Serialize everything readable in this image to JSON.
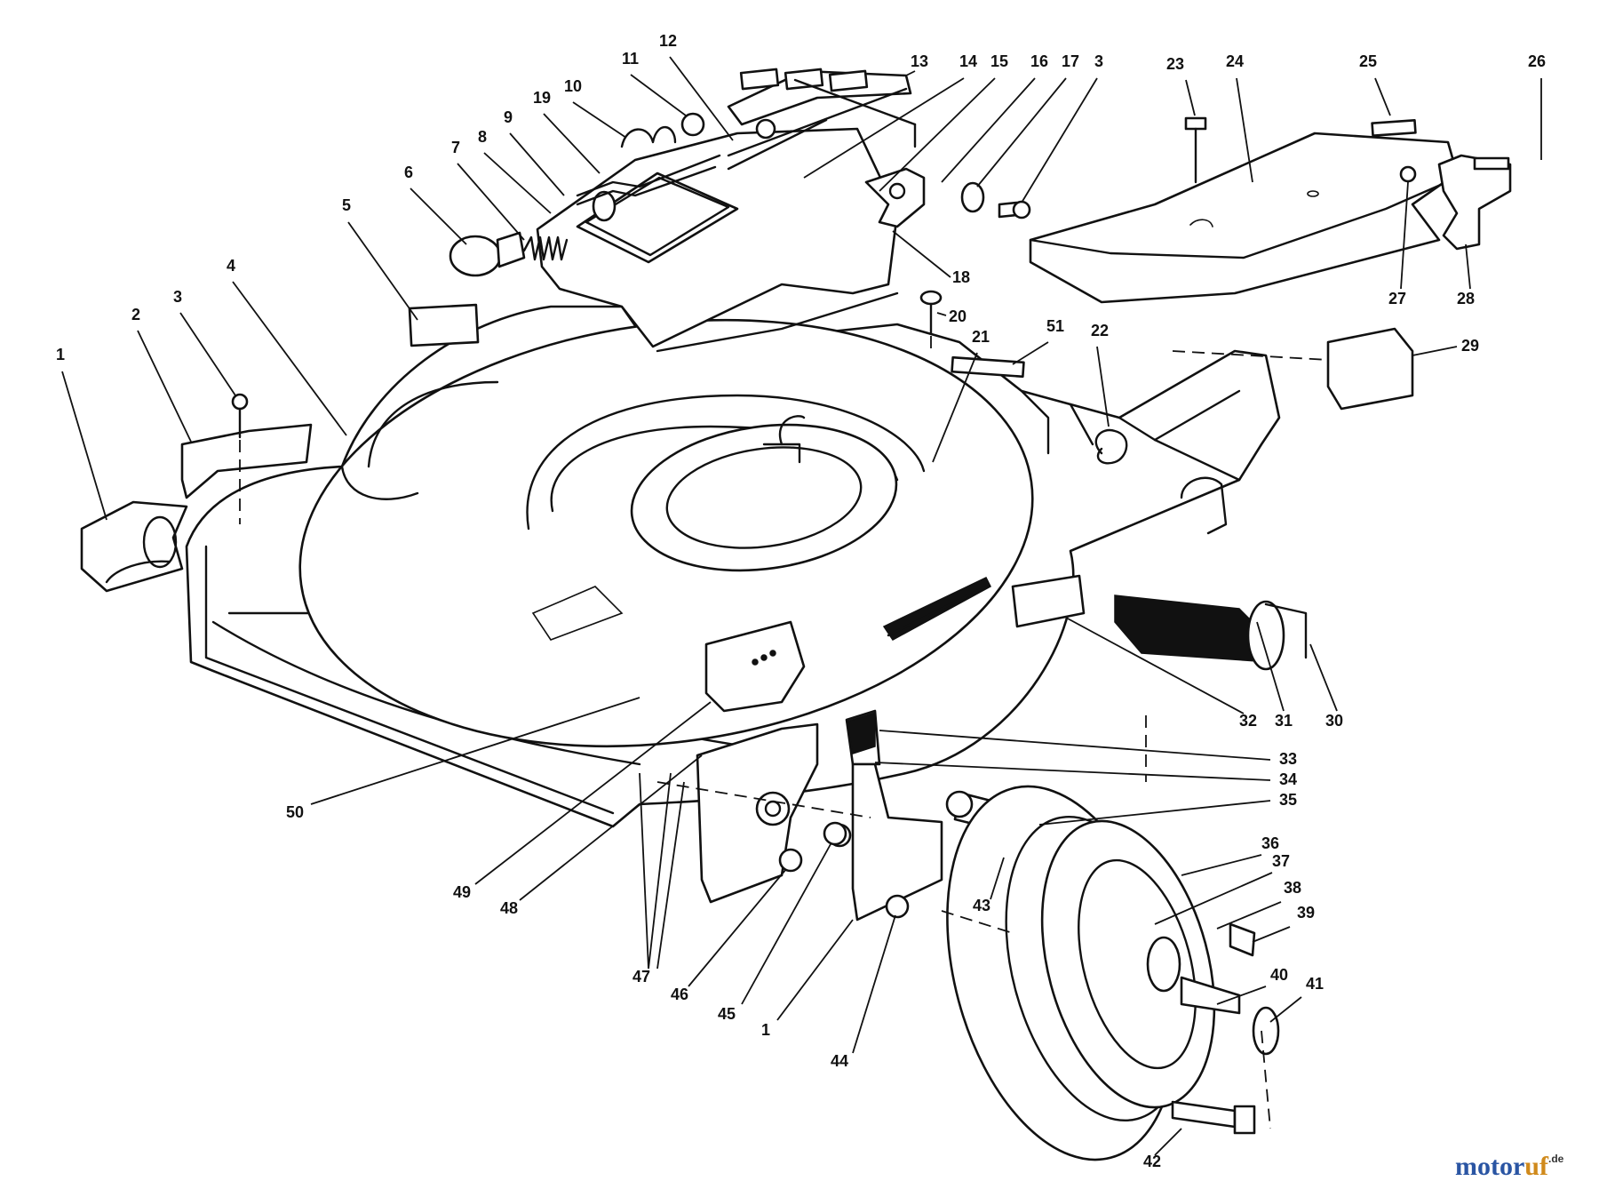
{
  "callouts": [
    {
      "id": "1a",
      "label": "1"
    },
    {
      "id": "2",
      "label": "2"
    },
    {
      "id": "3a",
      "label": "3"
    },
    {
      "id": "4",
      "label": "4"
    },
    {
      "id": "5",
      "label": "5"
    },
    {
      "id": "6",
      "label": "6"
    },
    {
      "id": "7",
      "label": "7"
    },
    {
      "id": "8",
      "label": "8"
    },
    {
      "id": "9",
      "label": "9"
    },
    {
      "id": "10",
      "label": "10"
    },
    {
      "id": "11",
      "label": "11"
    },
    {
      "id": "12",
      "label": "12"
    },
    {
      "id": "13",
      "label": "13"
    },
    {
      "id": "14",
      "label": "14"
    },
    {
      "id": "15",
      "label": "15"
    },
    {
      "id": "16",
      "label": "16"
    },
    {
      "id": "17",
      "label": "17"
    },
    {
      "id": "3b",
      "label": "3"
    },
    {
      "id": "18",
      "label": "18"
    },
    {
      "id": "19",
      "label": "19"
    },
    {
      "id": "20",
      "label": "20"
    },
    {
      "id": "21",
      "label": "21"
    },
    {
      "id": "22",
      "label": "22"
    },
    {
      "id": "23",
      "label": "23"
    },
    {
      "id": "24",
      "label": "24"
    },
    {
      "id": "25",
      "label": "25"
    },
    {
      "id": "26",
      "label": "26"
    },
    {
      "id": "27",
      "label": "27"
    },
    {
      "id": "28",
      "label": "28"
    },
    {
      "id": "29",
      "label": "29"
    },
    {
      "id": "30",
      "label": "30"
    },
    {
      "id": "31",
      "label": "31"
    },
    {
      "id": "32",
      "label": "32"
    },
    {
      "id": "33",
      "label": "33"
    },
    {
      "id": "34",
      "label": "34"
    },
    {
      "id": "35",
      "label": "35"
    },
    {
      "id": "36",
      "label": "36"
    },
    {
      "id": "37",
      "label": "37"
    },
    {
      "id": "38",
      "label": "38"
    },
    {
      "id": "39",
      "label": "39"
    },
    {
      "id": "40",
      "label": "40"
    },
    {
      "id": "41",
      "label": "41"
    },
    {
      "id": "42",
      "label": "42"
    },
    {
      "id": "43",
      "label": "43"
    },
    {
      "id": "44",
      "label": "44"
    },
    {
      "id": "45",
      "label": "45"
    },
    {
      "id": "1b",
      "label": "1"
    },
    {
      "id": "46",
      "label": "46"
    },
    {
      "id": "47",
      "label": "47"
    },
    {
      "id": "48",
      "label": "48"
    },
    {
      "id": "49",
      "label": "49"
    },
    {
      "id": "50",
      "label": "50"
    },
    {
      "id": "51",
      "label": "51"
    }
  ],
  "watermark": {
    "brand": "motoruf",
    "suffix": ".de",
    "color_motor": "#2a55a3",
    "color_uf": "#d08a1c"
  }
}
